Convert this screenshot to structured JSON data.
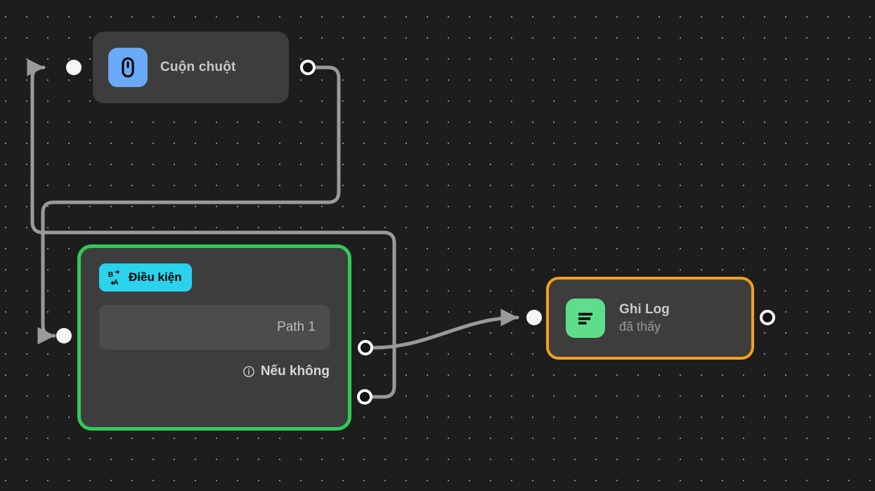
{
  "canvas": {
    "background_color": "#1d1d1d",
    "dot_color": "#8a8a8a",
    "grid_spacing": 30
  },
  "edges": {
    "color": "#9a9a9a",
    "width": 5
  },
  "nodes": [
    {
      "id": "mouse",
      "title": "Cuộn chuột",
      "icon": "mouse-icon",
      "icon_color": "#69a9f7",
      "selected": false,
      "body_color": "#3d3d3d"
    },
    {
      "id": "condition",
      "badge_label": "Điều kiện",
      "badge_icon": "branch-translate-icon",
      "badge_color": "#2ad2ec",
      "path_label": "Path 1",
      "else_label": "Nếu không",
      "else_icon": "info-circle-icon",
      "selected": true,
      "selection_color": "#2ecc58",
      "body_color": "#3d3d3d"
    },
    {
      "id": "log",
      "title": "Ghi Log",
      "subtitle": "đã thấy",
      "icon": "log-lines-icon",
      "icon_color": "#5ede8a",
      "selected": true,
      "selection_color": "#f5a117",
      "body_color": "#3d3d3d"
    }
  ],
  "mouse_node": {
    "title": "Cuộn chuột"
  },
  "condition_node": {
    "badge_label": "Điều kiện",
    "path_label": "Path 1",
    "else_label": "Nếu không"
  },
  "log_node": {
    "title": "Ghi Log",
    "subtitle": "đã thấy"
  }
}
